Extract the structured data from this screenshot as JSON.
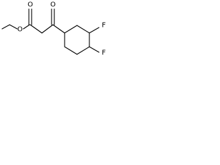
{
  "molecule": {
    "atoms": {
      "ester_carbonyl_oxygen": "O",
      "ester_ether_oxygen": "O",
      "ketone_oxygen": "O",
      "fluorine_upper": "F",
      "fluorine_lower": "F"
    }
  }
}
